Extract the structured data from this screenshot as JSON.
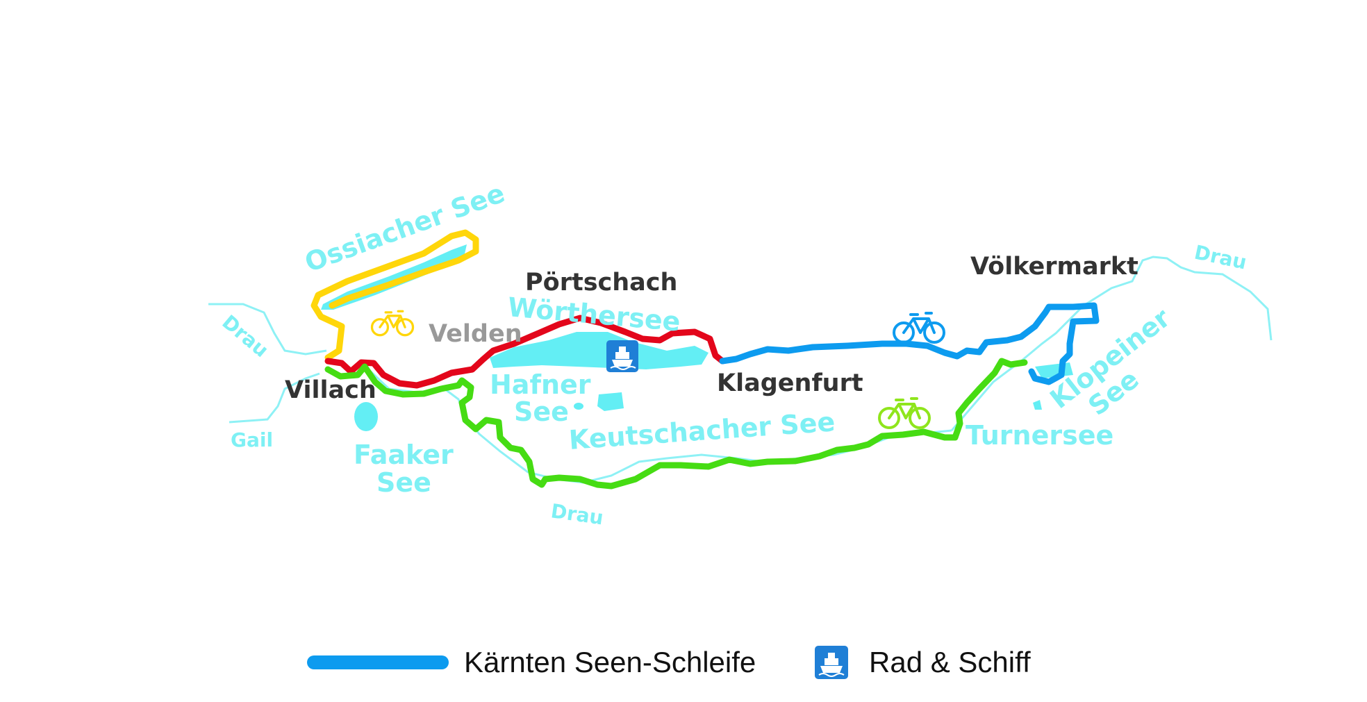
{
  "colors": {
    "water": "#63eef4",
    "river": "#8ef1f5",
    "loop_blue": "#0d9bef",
    "route_red": "#e3061b",
    "route_green": "#46dc13",
    "route_yellow": "#ffd60a",
    "bike_green": "#8fe51c"
  },
  "lakes": {
    "ossiacher_see": "Ossiacher See",
    "woerthersee": "Wörthersee",
    "hafner_see": [
      "Hafner",
      "See"
    ],
    "faaker_see": [
      "Faaker",
      "See"
    ],
    "keutschacher_see": "Keutschacher See",
    "turnersee": "Turnersee",
    "klopeiner_see": [
      "Klopeiner",
      "See"
    ]
  },
  "rivers": {
    "drau_west": "Drau",
    "gail": "Gail",
    "drau_south": "Drau",
    "drau_east": "Drau"
  },
  "towns": {
    "villach": "Villach",
    "velden": "Velden",
    "poertschach": "Pörtschach",
    "klagenfurt": "Klagenfurt",
    "voelkermarkt": "Völkermarkt"
  },
  "icons": [
    "bicycle-icon",
    "ship-icon"
  ],
  "legend": {
    "loop_label": "Kärnten Seen-Schleife",
    "ship_label": "Rad & Schiff"
  }
}
